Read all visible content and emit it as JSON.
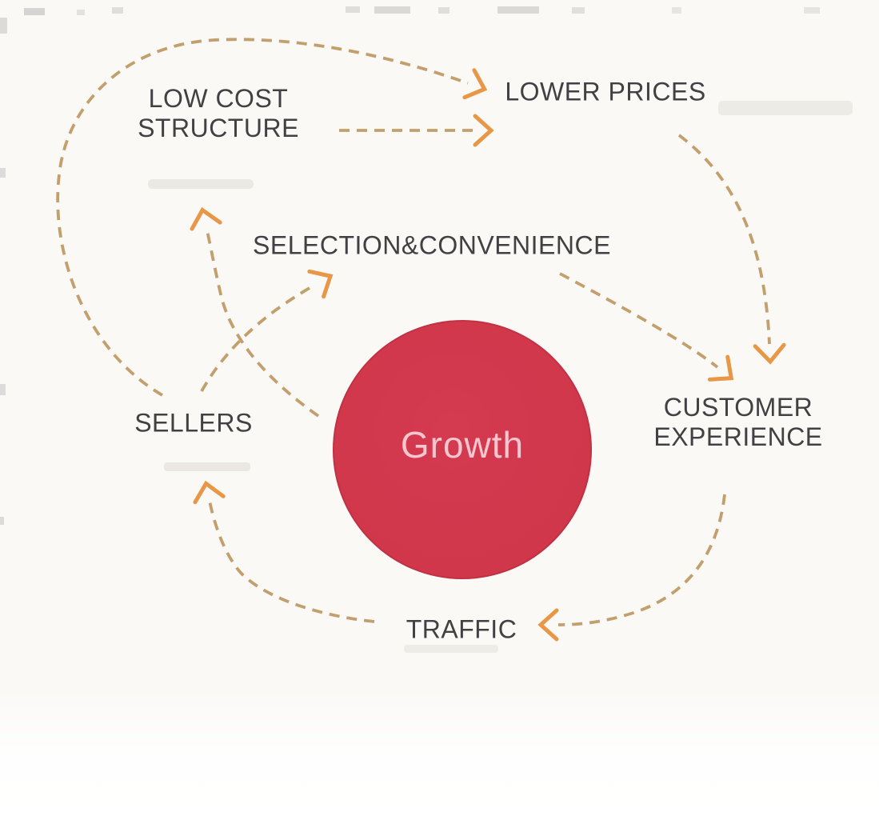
{
  "diagram": {
    "center": {
      "label": "Growth"
    },
    "nodes": [
      {
        "id": "low-cost-structure",
        "label": "LOW COST\nSTRUCTURE"
      },
      {
        "id": "lower-prices",
        "label": "LOWER PRICES"
      },
      {
        "id": "selection-convenience",
        "label": "SELECTION&CONVENIENCE"
      },
      {
        "id": "sellers",
        "label": "SELLERS"
      },
      {
        "id": "customer-experience",
        "label": "CUSTOMER\nEXPERIENCE"
      },
      {
        "id": "traffic",
        "label": "TRAFFIC"
      }
    ],
    "edges": [
      {
        "from": "sellers",
        "to": "lower-prices",
        "style": "dashed-curve-outer"
      },
      {
        "from": "low-cost-structure",
        "to": "lower-prices",
        "style": "dashed-straight"
      },
      {
        "from": "growth",
        "to": "low-cost-structure",
        "style": "dashed-curve"
      },
      {
        "from": "sellers",
        "to": "selection-convenience",
        "style": "dashed-curve"
      },
      {
        "from": "selection-convenience",
        "to": "customer-experience",
        "style": "dashed-curve"
      },
      {
        "from": "lower-prices",
        "to": "customer-experience",
        "style": "dashed-curve"
      },
      {
        "from": "customer-experience",
        "to": "traffic",
        "style": "dashed-curve"
      },
      {
        "from": "traffic",
        "to": "sellers",
        "style": "dashed-curve"
      }
    ],
    "colors": {
      "circle": "#d1374b",
      "circle_text": "#f5c6ce",
      "label_text": "#414144",
      "dash": "#c09b66",
      "arrowhead": "#e8923e",
      "background": "#faf9f6"
    }
  }
}
